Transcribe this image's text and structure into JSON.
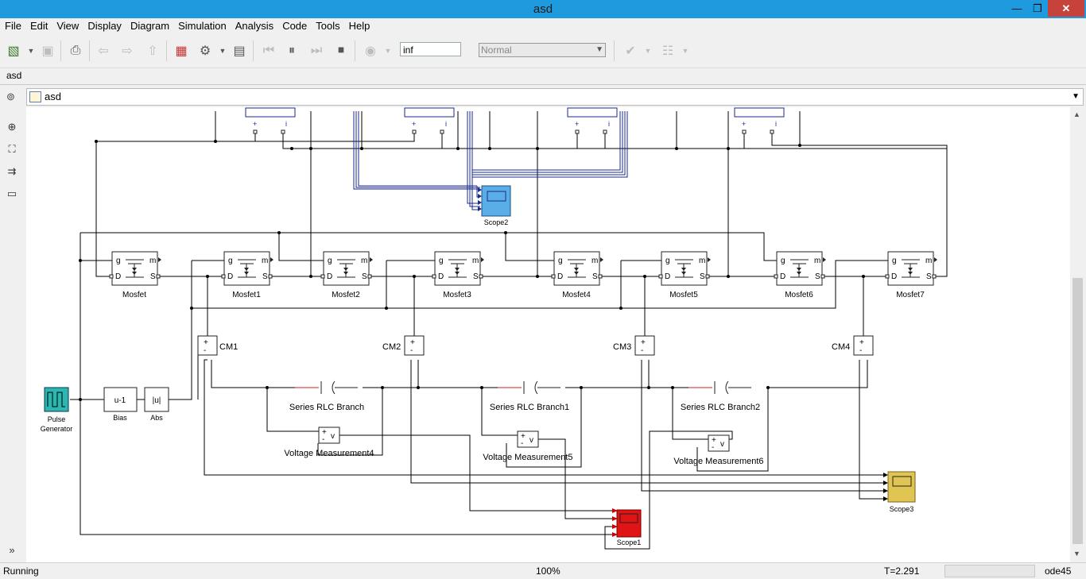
{
  "window": {
    "title": "asd",
    "minimize": "—",
    "maximize": "❐",
    "close": "✕"
  },
  "menu": [
    "File",
    "Edit",
    "View",
    "Display",
    "Diagram",
    "Simulation",
    "Analysis",
    "Code",
    "Tools",
    "Help"
  ],
  "toolbar": {
    "stop_time": "inf",
    "sim_mode": "Normal",
    "icons": [
      "new-model-icon",
      "save-icon",
      "print-icon",
      "back-icon",
      "forward-icon",
      "up-icon",
      "library-browser-icon",
      "model-config-icon",
      "model-explorer-icon",
      "step-back-icon",
      "pause-icon",
      "step-forward-icon",
      "stop-icon",
      "record-icon",
      "check-icon",
      "build-icon"
    ]
  },
  "tab": {
    "label": "asd"
  },
  "address": {
    "path": "asd"
  },
  "blocks": {
    "mosfets": [
      "Mosfet",
      "Mosfet1",
      "Mosfet2",
      "Mosfet3",
      "Mosfet4",
      "Mosfet5",
      "Mosfet6",
      "Mosfet7"
    ],
    "current_meas": [
      "CM1",
      "CM2",
      "CM3",
      "CM4"
    ],
    "rlc": [
      "Series RLC Branch",
      "Series RLC Branch1",
      "Series RLC Branch2"
    ],
    "vmeas": [
      "Voltage Measurement4",
      "Voltage Measurement5",
      "Voltage Measurement6"
    ],
    "pulse_line1": "Pulse",
    "pulse_line2": "Generator",
    "bias_label": "Bias",
    "bias_text": "u-1",
    "abs_label": "Abs",
    "abs_text": "|u|",
    "scope1": "Scope1",
    "scope2": "Scope2",
    "scope3": "Scope3",
    "port_g": "g",
    "port_m": "m",
    "port_d": "D",
    "port_s": "S",
    "plus": "+",
    "minus": "-",
    "v": "v",
    "i": "i"
  },
  "status": {
    "state": "Running",
    "zoom": "100%",
    "time": "T=2.291",
    "solver": "ode45"
  },
  "colors": {
    "titlebar": "#1e9bdf",
    "scope2": "#5aaee8",
    "scope3": "#e0c552",
    "scope1": "#e01414",
    "pulse": "#2cb8b0",
    "bus": "#1b2a8c"
  }
}
